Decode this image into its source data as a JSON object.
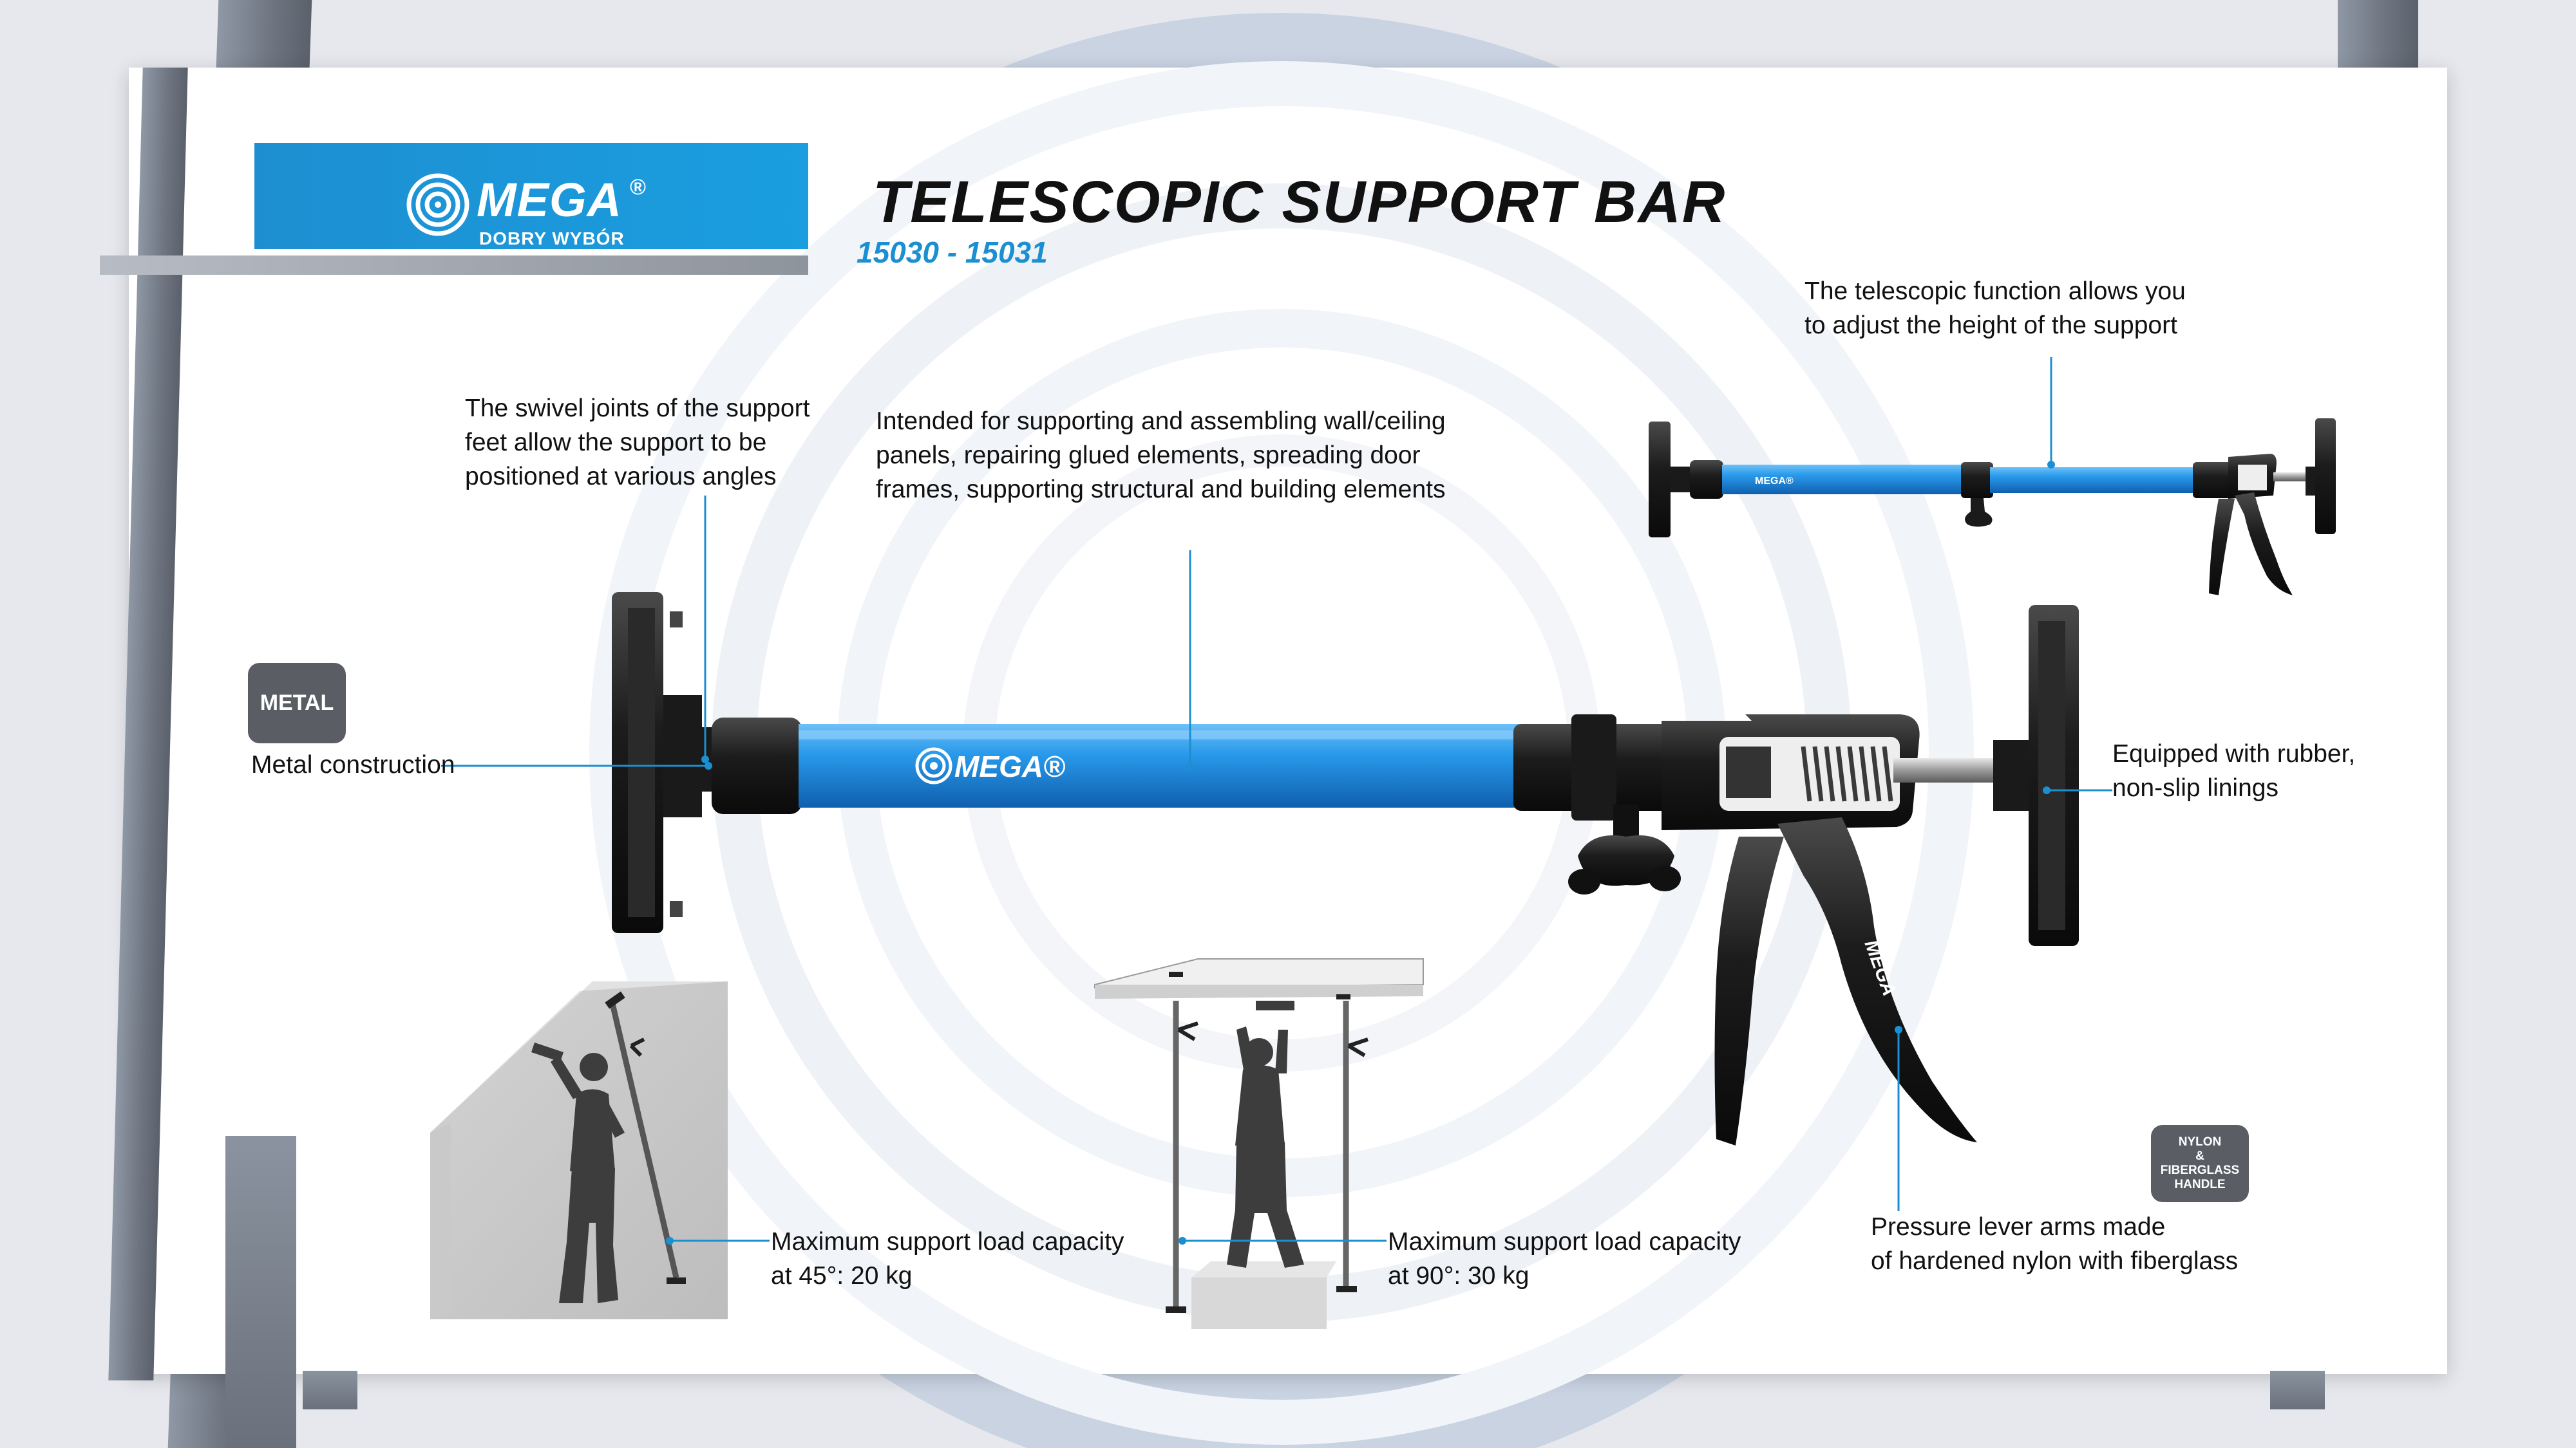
{
  "brand": {
    "name": "MEGA",
    "registered": "®",
    "tagline": "DOBRY WYBÓR",
    "bar_logo": "MEGA®",
    "accent_color": "#1a8fd1",
    "bar_color": "#1e8ee0"
  },
  "header": {
    "title": "TELESCOPIC SUPPORT BAR",
    "model_numbers": "15030 - 15031"
  },
  "badges": {
    "metal": "METAL",
    "nylon": [
      "NYLON",
      "&",
      "FIBERGLASS",
      "HANDLE"
    ]
  },
  "callouts": {
    "telescopic": [
      "The telescopic function allows you",
      "to adjust the height of the support"
    ],
    "swivel": [
      "The swivel joints of the support",
      "feet allow the support to be",
      "positioned at various angles"
    ],
    "intended": [
      "Intended for supporting and assembling wall/ceiling",
      "panels, repairing glued elements, spreading door",
      "frames, supporting structural and building elements"
    ],
    "metal": [
      "Metal construction"
    ],
    "rubber": [
      "Equipped with rubber,",
      "non-slip linings"
    ],
    "lever": [
      "Pressure lever arms made",
      "of hardened nylon with fiberglass"
    ],
    "load45": [
      "Maximum support load capacity",
      "at 45°: 20 kg"
    ],
    "load90": [
      "Maximum support load capacity",
      "at 90°: 30 kg"
    ]
  },
  "icons": {
    "logo": "concentric-rings-icon",
    "bar_logo": "concentric-rings-icon"
  }
}
